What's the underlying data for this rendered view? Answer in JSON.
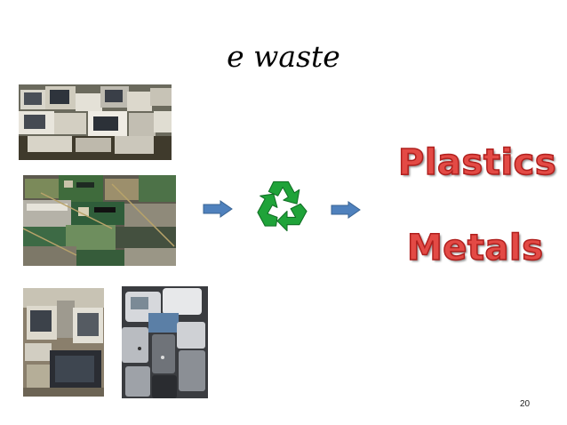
{
  "slide": {
    "title": "e waste",
    "words": [
      "Plastics",
      "Metals"
    ],
    "page_number": "20"
  },
  "images": [
    {
      "icon": "pile-of-computers-photo"
    },
    {
      "icon": "circuit-boards-photo"
    },
    {
      "icon": "old-monitors-photo"
    },
    {
      "icon": "old-phones-photo"
    }
  ],
  "icons": {
    "arrow": "right-arrow-icon",
    "recycle": "recycle-icon"
  },
  "colors": {
    "word_fill": "#e34a45",
    "word_outline": "#b0201e",
    "arrow": "#4f81bd",
    "recycle": "#1fa339"
  }
}
